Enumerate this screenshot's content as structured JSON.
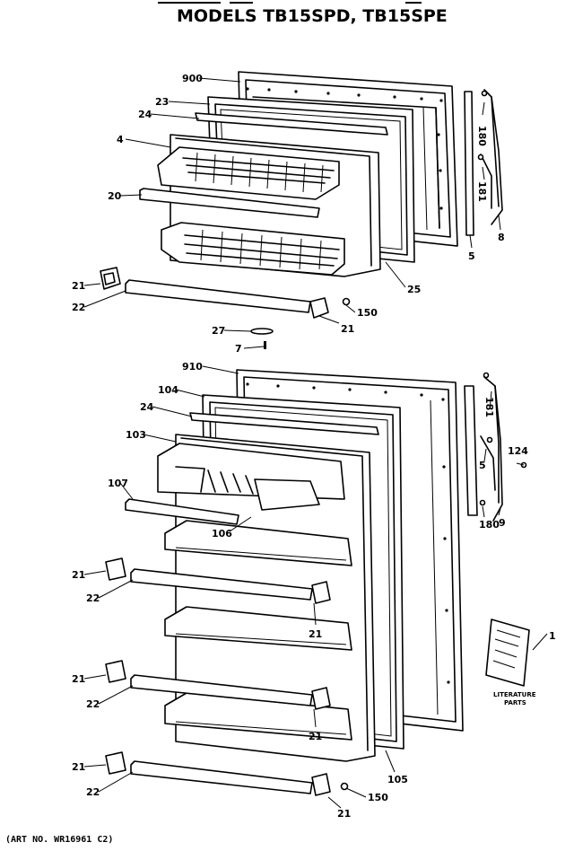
{
  "title": "MODELS TB15SPD, TB15SPE",
  "art_number": "(ART NO. WR16961 C2)",
  "literature_caption": [
    "LITERATURE",
    "PARTS"
  ],
  "callouts": [
    {
      "id": "c-900",
      "text": "900"
    },
    {
      "id": "c-23",
      "text": "23"
    },
    {
      "id": "c-24a",
      "text": "24"
    },
    {
      "id": "c-4",
      "text": "4"
    },
    {
      "id": "c-20",
      "text": "20"
    },
    {
      "id": "c-21a",
      "text": "21"
    },
    {
      "id": "c-22a",
      "text": "22"
    },
    {
      "id": "c-21b",
      "text": "21"
    },
    {
      "id": "c-150a",
      "text": "150"
    },
    {
      "id": "c-25",
      "text": "25"
    },
    {
      "id": "c-27",
      "text": "27"
    },
    {
      "id": "c-7",
      "text": "7"
    },
    {
      "id": "c-180a",
      "text": "180"
    },
    {
      "id": "c-181a",
      "text": "181"
    },
    {
      "id": "c-5a",
      "text": "5"
    },
    {
      "id": "c-8",
      "text": "8"
    },
    {
      "id": "c-910",
      "text": "910"
    },
    {
      "id": "c-104",
      "text": "104"
    },
    {
      "id": "c-24b",
      "text": "24"
    },
    {
      "id": "c-103",
      "text": "103"
    },
    {
      "id": "c-107",
      "text": "107"
    },
    {
      "id": "c-106",
      "text": "106"
    },
    {
      "id": "c-21c",
      "text": "21"
    },
    {
      "id": "c-22b",
      "text": "22"
    },
    {
      "id": "c-21d",
      "text": "21"
    },
    {
      "id": "c-21e",
      "text": "21"
    },
    {
      "id": "c-22c",
      "text": "22"
    },
    {
      "id": "c-21f",
      "text": "21"
    },
    {
      "id": "c-21g",
      "text": "21"
    },
    {
      "id": "c-22d",
      "text": "22"
    },
    {
      "id": "c-21h",
      "text": "21"
    },
    {
      "id": "c-150b",
      "text": "150"
    },
    {
      "id": "c-105",
      "text": "105"
    },
    {
      "id": "c-181b",
      "text": "181"
    },
    {
      "id": "c-5b",
      "text": "5"
    },
    {
      "id": "c-124",
      "text": "124"
    },
    {
      "id": "c-180b",
      "text": "180"
    },
    {
      "id": "c-9",
      "text": "9"
    },
    {
      "id": "c-1",
      "text": "1"
    }
  ]
}
